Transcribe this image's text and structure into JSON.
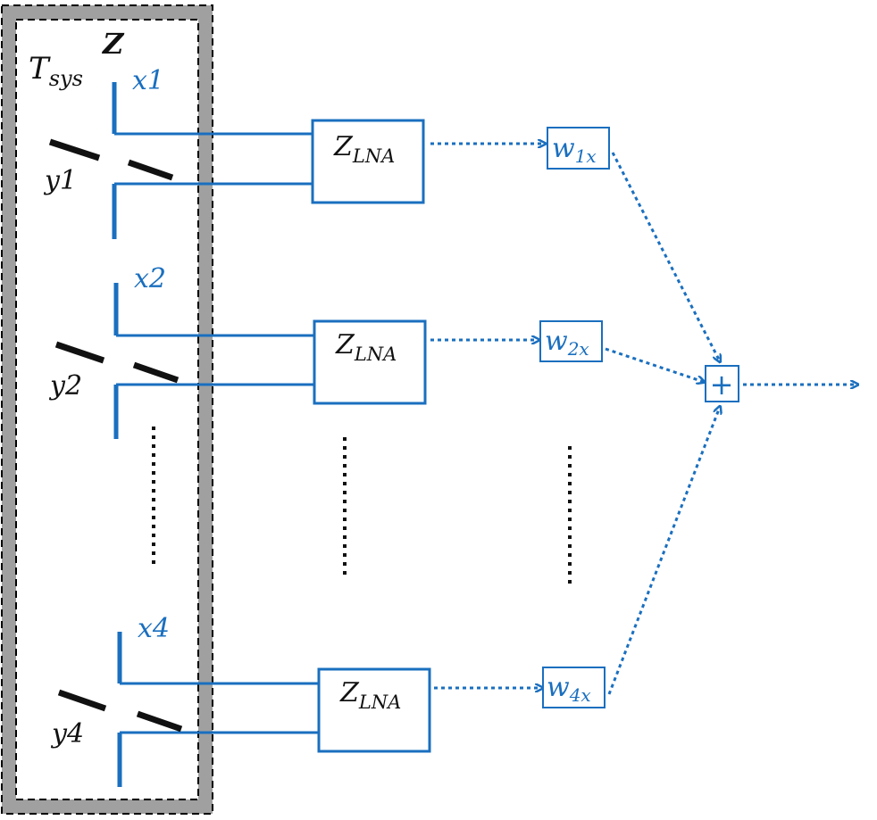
{
  "colors": {
    "blue": "#1a6fbf",
    "black": "#111111",
    "frame_gray": "#a0a0a0"
  },
  "labels": {
    "t_sys": {
      "base": "T",
      "sub": "sys"
    },
    "z": "Z",
    "x1": "x1",
    "y1": "y1",
    "x2": "x2",
    "y2": "y2",
    "x4": "x4",
    "y4": "y4",
    "lna": {
      "base": "Z",
      "sub": "LNA"
    },
    "w1": {
      "base": "w",
      "sub": "1x"
    },
    "w2": {
      "base": "w",
      "sub": "2x"
    },
    "w4": {
      "base": "w",
      "sub": "4x"
    },
    "plus": "+"
  }
}
